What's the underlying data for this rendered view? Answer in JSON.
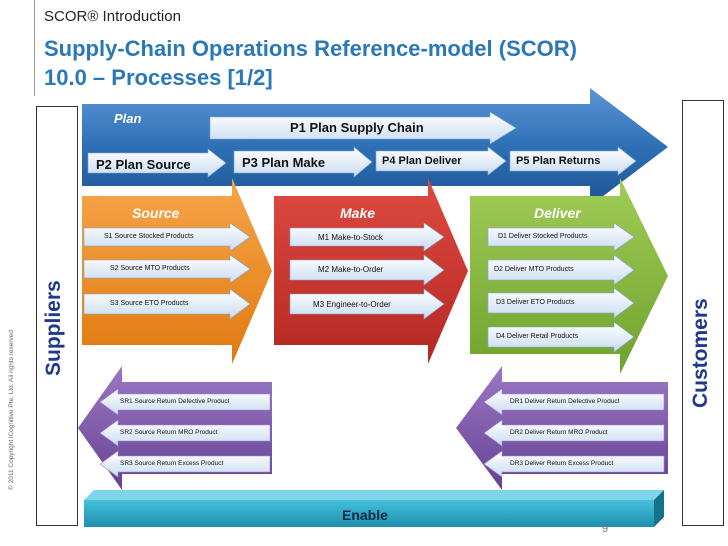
{
  "header": {
    "subtitle": "SCOR® Introduction",
    "title_line1": "Supply-Chain Operations Reference-model (SCOR)",
    "title_line2": "10.0 – Processes [1/2]"
  },
  "copyright": "© 2011 Copyright iCognitive Pte. Ltd. All rights reserved",
  "suppliers": "Suppliers",
  "customers": "Customers",
  "plan": {
    "label": "Plan",
    "p1": "P1  Plan Supply Chain",
    "p2": "P2  Plan Source",
    "p3": "P3  Plan Make",
    "p4": "P4  Plan Deliver",
    "p5": "P5  Plan Returns"
  },
  "source": {
    "label": "Source",
    "items": [
      "S1  Source Stocked Products",
      "S2  Source MTO Products",
      "S3  Source ETO Products"
    ]
  },
  "make": {
    "label": "Make",
    "items": [
      "M1  Make-to-Stock",
      "M2  Make-to-Order",
      "M3  Engineer-to-Order"
    ]
  },
  "deliver": {
    "label": "Deliver",
    "items": [
      "D1  Deliver Stocked Products",
      "D2  Deliver MTO Products",
      "D3 Deliver ETO Products",
      "D4 Deliver Retail Products"
    ]
  },
  "source_return": {
    "items": [
      "SR1  Source Return Defective Product",
      "SR2  Source Return MRO Product",
      "SR3  Source Return Excess Product"
    ]
  },
  "deliver_return": {
    "items": [
      "DR1  Deliver Return Defective Product",
      "DR2  Deliver Return MRO Product",
      "DR3 Deliver Return Excess Product"
    ]
  },
  "enable": "Enable",
  "page_number": "9",
  "colors": {
    "title": "#2a78b8",
    "plan": "#2e6fb5",
    "source": "#ee8a1e",
    "make": "#c8322c",
    "deliver": "#86b83c",
    "returns": "#7d56a8",
    "enable": "#2aa7c4",
    "side_text": "#1f3a8a"
  }
}
